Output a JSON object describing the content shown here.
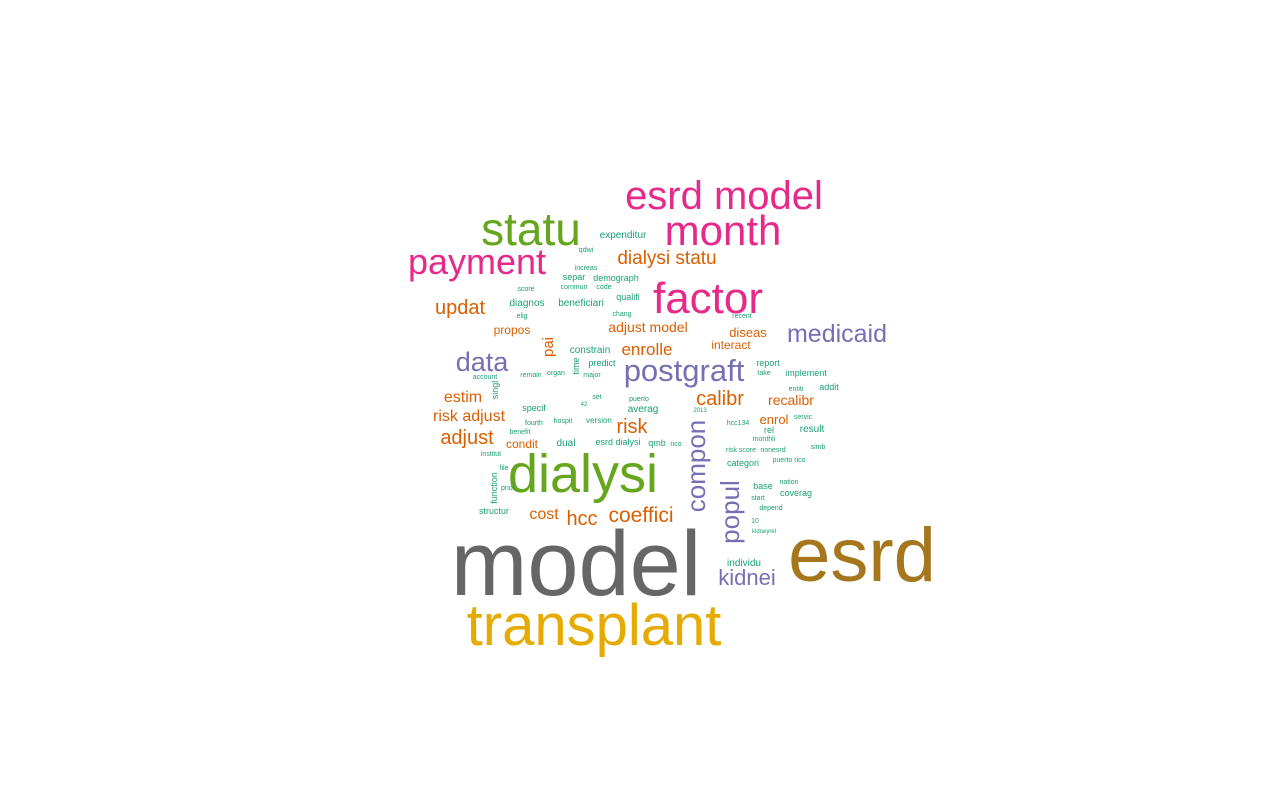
{
  "palette": {
    "gray": "#666666",
    "gold": "#a6761d",
    "mustard": "#e6ab02",
    "green": "#66a61e",
    "pink": "#e7298a",
    "purple": "#7570b3",
    "orange": "#d95f02",
    "teal": "#1b9e77"
  },
  "words": [
    {
      "text": "model",
      "color": "gray"
    },
    {
      "text": "esrd",
      "color": "gold"
    },
    {
      "text": "transplant",
      "color": "mustard"
    },
    {
      "text": "dialysi",
      "color": "green"
    },
    {
      "text": "statu",
      "color": "green"
    },
    {
      "text": "esrd model",
      "color": "pink"
    },
    {
      "text": "month",
      "color": "pink"
    },
    {
      "text": "factor",
      "color": "pink"
    },
    {
      "text": "payment",
      "color": "pink"
    },
    {
      "text": "postgraft",
      "color": "purple"
    },
    {
      "text": "medicaid",
      "color": "purple"
    },
    {
      "text": "data",
      "color": "purple"
    },
    {
      "text": "kidnei",
      "color": "purple"
    },
    {
      "text": "compon",
      "color": "purple"
    },
    {
      "text": "popul",
      "color": "purple"
    },
    {
      "text": "dialysi statu",
      "color": "orange"
    },
    {
      "text": "updat",
      "color": "orange"
    },
    {
      "text": "calibr",
      "color": "orange"
    },
    {
      "text": "risk",
      "color": "orange"
    },
    {
      "text": "coeffici",
      "color": "orange"
    },
    {
      "text": "hcc",
      "color": "orange"
    },
    {
      "text": "adjust",
      "color": "orange"
    },
    {
      "text": "risk adjust",
      "color": "orange"
    },
    {
      "text": "estim",
      "color": "orange"
    },
    {
      "text": "enrolle",
      "color": "orange"
    },
    {
      "text": "adjust model",
      "color": "orange"
    },
    {
      "text": "cost",
      "color": "orange"
    },
    {
      "text": "recalibr",
      "color": "orange"
    },
    {
      "text": "propos",
      "color": "orange"
    },
    {
      "text": "pai",
      "color": "orange"
    },
    {
      "text": "diseas",
      "color": "orange"
    },
    {
      "text": "interact",
      "color": "orange"
    },
    {
      "text": "enrol",
      "color": "orange"
    },
    {
      "text": "condit",
      "color": "orange"
    },
    {
      "text": "expenditur",
      "color": "teal"
    },
    {
      "text": "demograph",
      "color": "teal"
    },
    {
      "text": "increas",
      "color": "teal"
    },
    {
      "text": "separ",
      "color": "teal"
    },
    {
      "text": "qualifi",
      "color": "teal"
    },
    {
      "text": "diagnos",
      "color": "teal"
    },
    {
      "text": "beneficiari",
      "color": "teal"
    },
    {
      "text": "constrain",
      "color": "teal"
    },
    {
      "text": "predict",
      "color": "teal"
    },
    {
      "text": "major",
      "color": "teal"
    },
    {
      "text": "specif",
      "color": "teal"
    },
    {
      "text": "averag",
      "color": "teal"
    },
    {
      "text": "version",
      "color": "teal"
    },
    {
      "text": "hospit",
      "color": "teal"
    },
    {
      "text": "fourth",
      "color": "teal"
    },
    {
      "text": "dual",
      "color": "teal"
    },
    {
      "text": "esrd dialysi",
      "color": "teal"
    },
    {
      "text": "qmb",
      "color": "teal"
    },
    {
      "text": "rico",
      "color": "teal"
    },
    {
      "text": "report",
      "color": "teal"
    },
    {
      "text": "take",
      "color": "teal"
    },
    {
      "text": "implement",
      "color": "teal"
    },
    {
      "text": "addit",
      "color": "teal"
    },
    {
      "text": "result",
      "color": "teal"
    },
    {
      "text": "rel",
      "color": "teal"
    },
    {
      "text": "hcc134",
      "color": "teal"
    },
    {
      "text": "risk score",
      "color": "teal"
    },
    {
      "text": "nonesrd",
      "color": "teal"
    },
    {
      "text": "monthli",
      "color": "teal"
    },
    {
      "text": "categori",
      "color": "teal"
    },
    {
      "text": "puerto rico",
      "color": "teal"
    },
    {
      "text": "base",
      "color": "teal"
    },
    {
      "text": "coverag",
      "color": "teal"
    },
    {
      "text": "start",
      "color": "teal"
    },
    {
      "text": "depend",
      "color": "teal"
    },
    {
      "text": "individu",
      "color": "teal"
    },
    {
      "text": "function",
      "color": "teal"
    },
    {
      "text": "prior",
      "color": "teal"
    },
    {
      "text": "structur",
      "color": "teal"
    },
    {
      "text": "institut",
      "color": "teal"
    },
    {
      "text": "file",
      "color": "teal"
    },
    {
      "text": "singl",
      "color": "teal"
    },
    {
      "text": "time",
      "color": "teal"
    },
    {
      "text": "elig",
      "color": "teal"
    },
    {
      "text": "score",
      "color": "teal"
    },
    {
      "text": "commun",
      "color": "teal"
    },
    {
      "text": "code",
      "color": "teal"
    },
    {
      "text": "chang",
      "color": "teal"
    },
    {
      "text": "recent",
      "color": "teal"
    },
    {
      "text": "remain",
      "color": "teal"
    },
    {
      "text": "organ",
      "color": "teal"
    },
    {
      "text": "account",
      "color": "teal"
    },
    {
      "text": "benefit",
      "color": "teal"
    },
    {
      "text": "set",
      "color": "teal"
    },
    {
      "text": "puerto",
      "color": "teal"
    },
    {
      "text": "qdwi",
      "color": "teal"
    },
    {
      "text": "nation",
      "color": "teal"
    },
    {
      "text": "entiti",
      "color": "teal"
    },
    {
      "text": "servic",
      "color": "teal"
    },
    {
      "text": "simb",
      "color": "teal"
    },
    {
      "text": "kidneyrel",
      "color": "teal"
    },
    {
      "text": "10",
      "color": "teal"
    },
    {
      "text": "2013",
      "color": "teal"
    },
    {
      "text": "42",
      "color": "teal"
    }
  ]
}
